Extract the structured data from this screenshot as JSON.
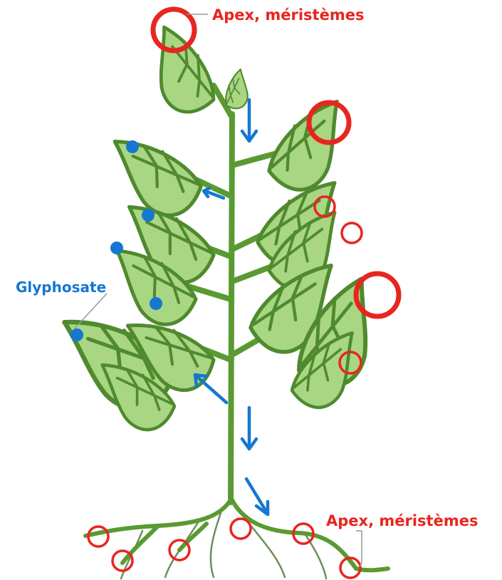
{
  "labels": {
    "apex_top": "Apex, méristèmes",
    "apex_roots": "Apex, méristèmes",
    "glyphosate": "Glyphosate"
  },
  "colors": {
    "meristem_marker": "#e8251f",
    "glyphosate_marker": "#1577d0",
    "leaf_fill": "#a9d683",
    "plant_outline": "#4f8a2e"
  }
}
